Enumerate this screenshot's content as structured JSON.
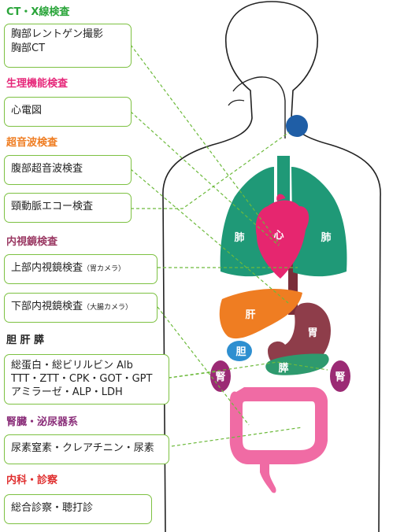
{
  "colors": {
    "ct": "#2aa53a",
    "physiology": "#e6287a",
    "ultrasound": "#ef7d22",
    "endoscopy": "#9b3a64",
    "liver": "#222222",
    "kidney": "#8b2f7a",
    "internal": "#e02f2f",
    "box_border": "#7dc142",
    "lung": "#1f9977",
    "heart": "#e6266f",
    "liver_organ": "#ef7d22",
    "stomach": "#8e3d4a",
    "gallbladder": "#2e8fd0",
    "pancreas": "#2e9a6e",
    "kidney_organ": "#9b2a74",
    "intestine": "#f06ba4",
    "thyroid": "#1f5ea6"
  },
  "sections": {
    "ct": {
      "title": "CT・X線検査",
      "items": [
        "胸部レントゲン撮影",
        "胸部CT"
      ]
    },
    "physiology": {
      "title": "生理機能検査",
      "items": [
        "心電図"
      ]
    },
    "ultrasound": {
      "title": "超音波検査",
      "items": [
        "腹部超音波検査",
        "頸動脈エコー検査"
      ]
    },
    "endoscopy": {
      "title": "内視鏡検査",
      "upper": {
        "label": "上部内視鏡検査",
        "note": "（胃カメラ）"
      },
      "lower": {
        "label": "下部内視鏡検査",
        "note": "（大腸カメラ）"
      }
    },
    "liver": {
      "title": "胆 肝 膵",
      "items": [
        "総蛋白・総ビリルビン Alb",
        "TTT・ZTT・CPK・GOT・GPT",
        "アミラーゼ・ALP・LDH"
      ]
    },
    "kidney": {
      "title": "腎臓・泌尿器系",
      "items": [
        "尿素窒素・クレアチニン・尿素"
      ]
    },
    "internal": {
      "title": "内科・診察",
      "items": [
        "総合診察・聴打診"
      ]
    }
  },
  "organ_labels": {
    "lung_left": "肺",
    "lung_right": "肺",
    "heart": "心",
    "liver": "肝",
    "stomach": "胃",
    "gallbladder": "胆",
    "pancreas": "膵",
    "kidney_left": "腎",
    "kidney_right": "腎"
  }
}
